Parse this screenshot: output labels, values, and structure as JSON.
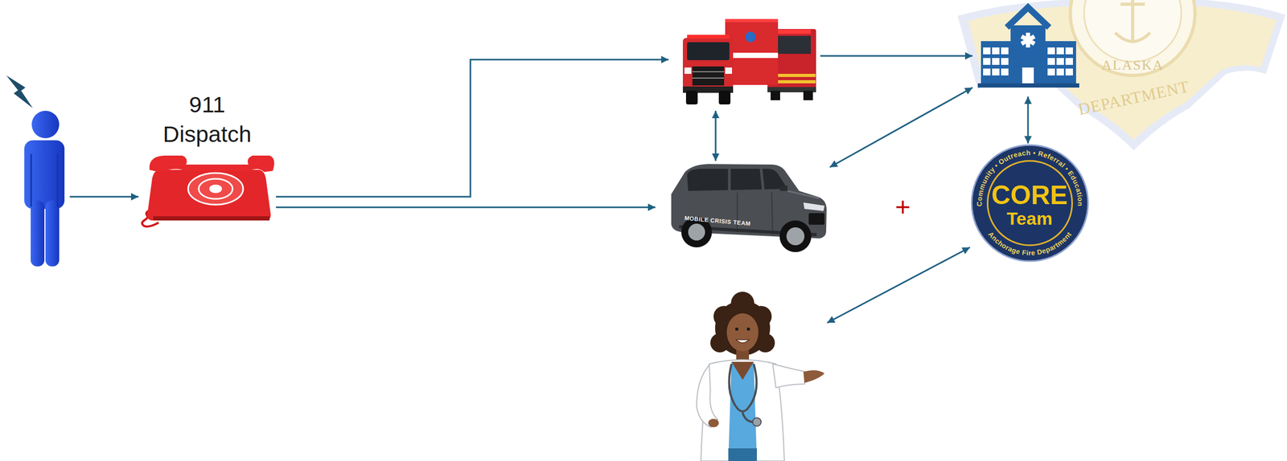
{
  "diagram": {
    "nodes": [
      {
        "text": []
      },
      {
        "text": [
          "911 Dispatch"
        ]
      },
      {
        "text": []
      },
      {
        "text": [
          "MOBILE CRISIS TEAM"
        ]
      },
      {
        "text": []
      },
      {
        "text": []
      },
      {
        "text": [
          "CORE Team",
          "Community • Outreach • Referral • Education",
          "Anchorage Fire Department"
        ]
      }
    ],
    "edges": [
      {
        "from": 0,
        "to": 1,
        "arrow": "to"
      },
      {
        "from": 1,
        "to": 2,
        "arrow": "to"
      },
      {
        "from": 1,
        "to": 3,
        "arrow": "to"
      },
      {
        "from": 2,
        "to": 3,
        "arrow": "both"
      },
      {
        "from": 2,
        "to": 5,
        "arrow": "to"
      },
      {
        "from": 3,
        "to": 5,
        "arrow": "both"
      },
      {
        "from": 5,
        "to": 6,
        "arrow": "both"
      },
      {
        "from": 6,
        "to": 4,
        "arrow": "both"
      }
    ],
    "labels": [
      "+",
      "ALASKA",
      "DEPARTMENT"
    ]
  }
}
